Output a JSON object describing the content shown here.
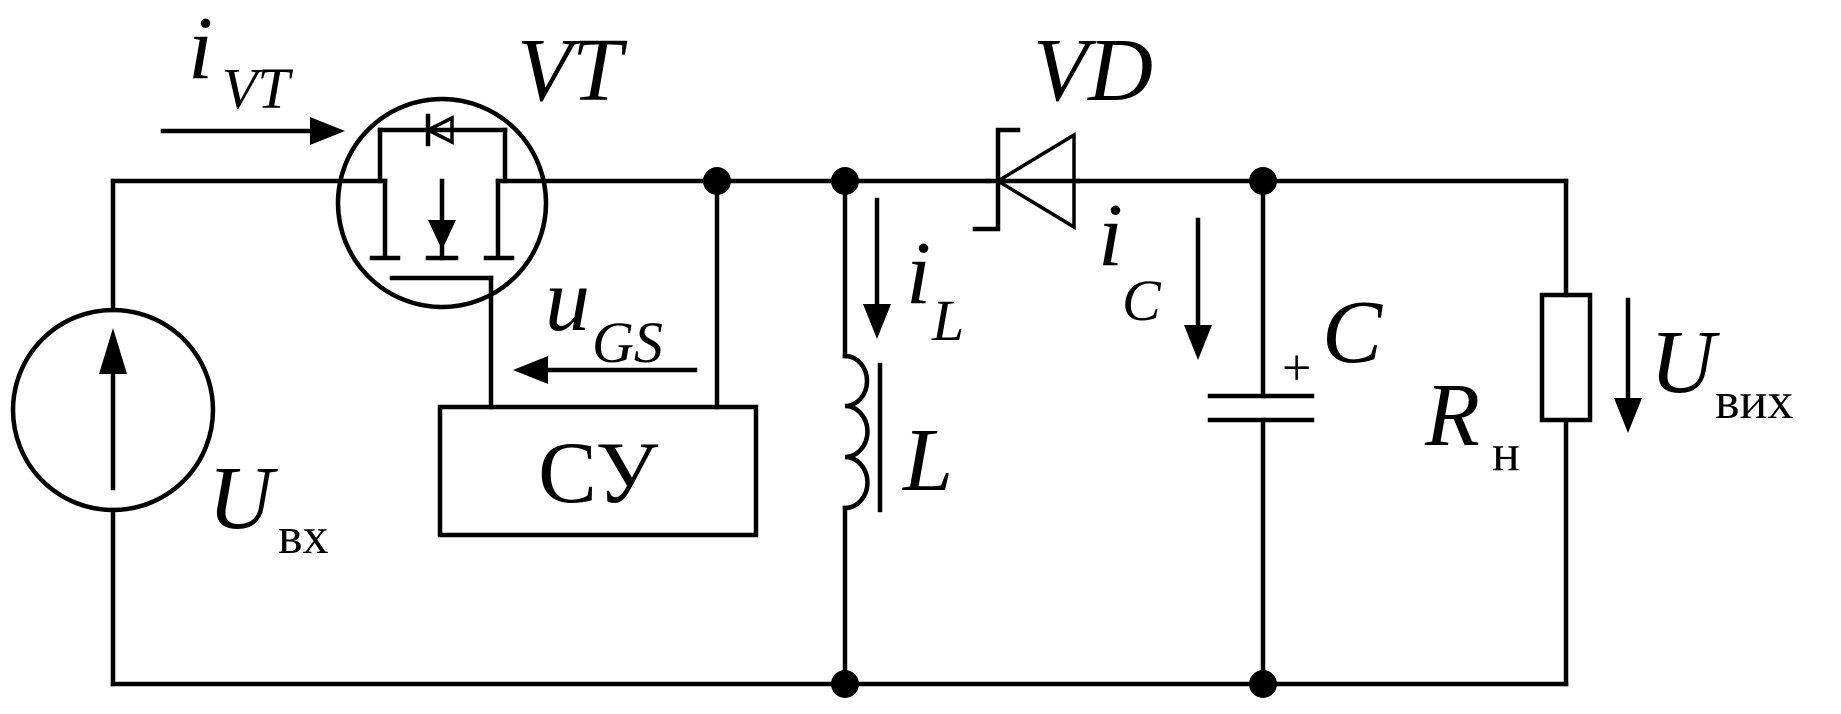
{
  "components": {
    "transistor": {
      "label": "VT"
    },
    "diode": {
      "label": "VD"
    },
    "inductor": {
      "label": "L"
    },
    "capacitor": {
      "label": "C",
      "polarity": "+"
    },
    "load": {
      "label": "R",
      "sub": "н"
    },
    "control_unit": {
      "label": "СУ"
    },
    "source": {
      "label": "U",
      "sub": "вх"
    }
  },
  "signals": {
    "i_vt": {
      "label": "i",
      "sub": "VT"
    },
    "i_l": {
      "label": "i",
      "sub": "L"
    },
    "i_c": {
      "label": "i",
      "sub": "C"
    },
    "u_gs": {
      "label": "u",
      "sub": "GS"
    },
    "u_out": {
      "label": "U",
      "sub": "вих"
    }
  }
}
